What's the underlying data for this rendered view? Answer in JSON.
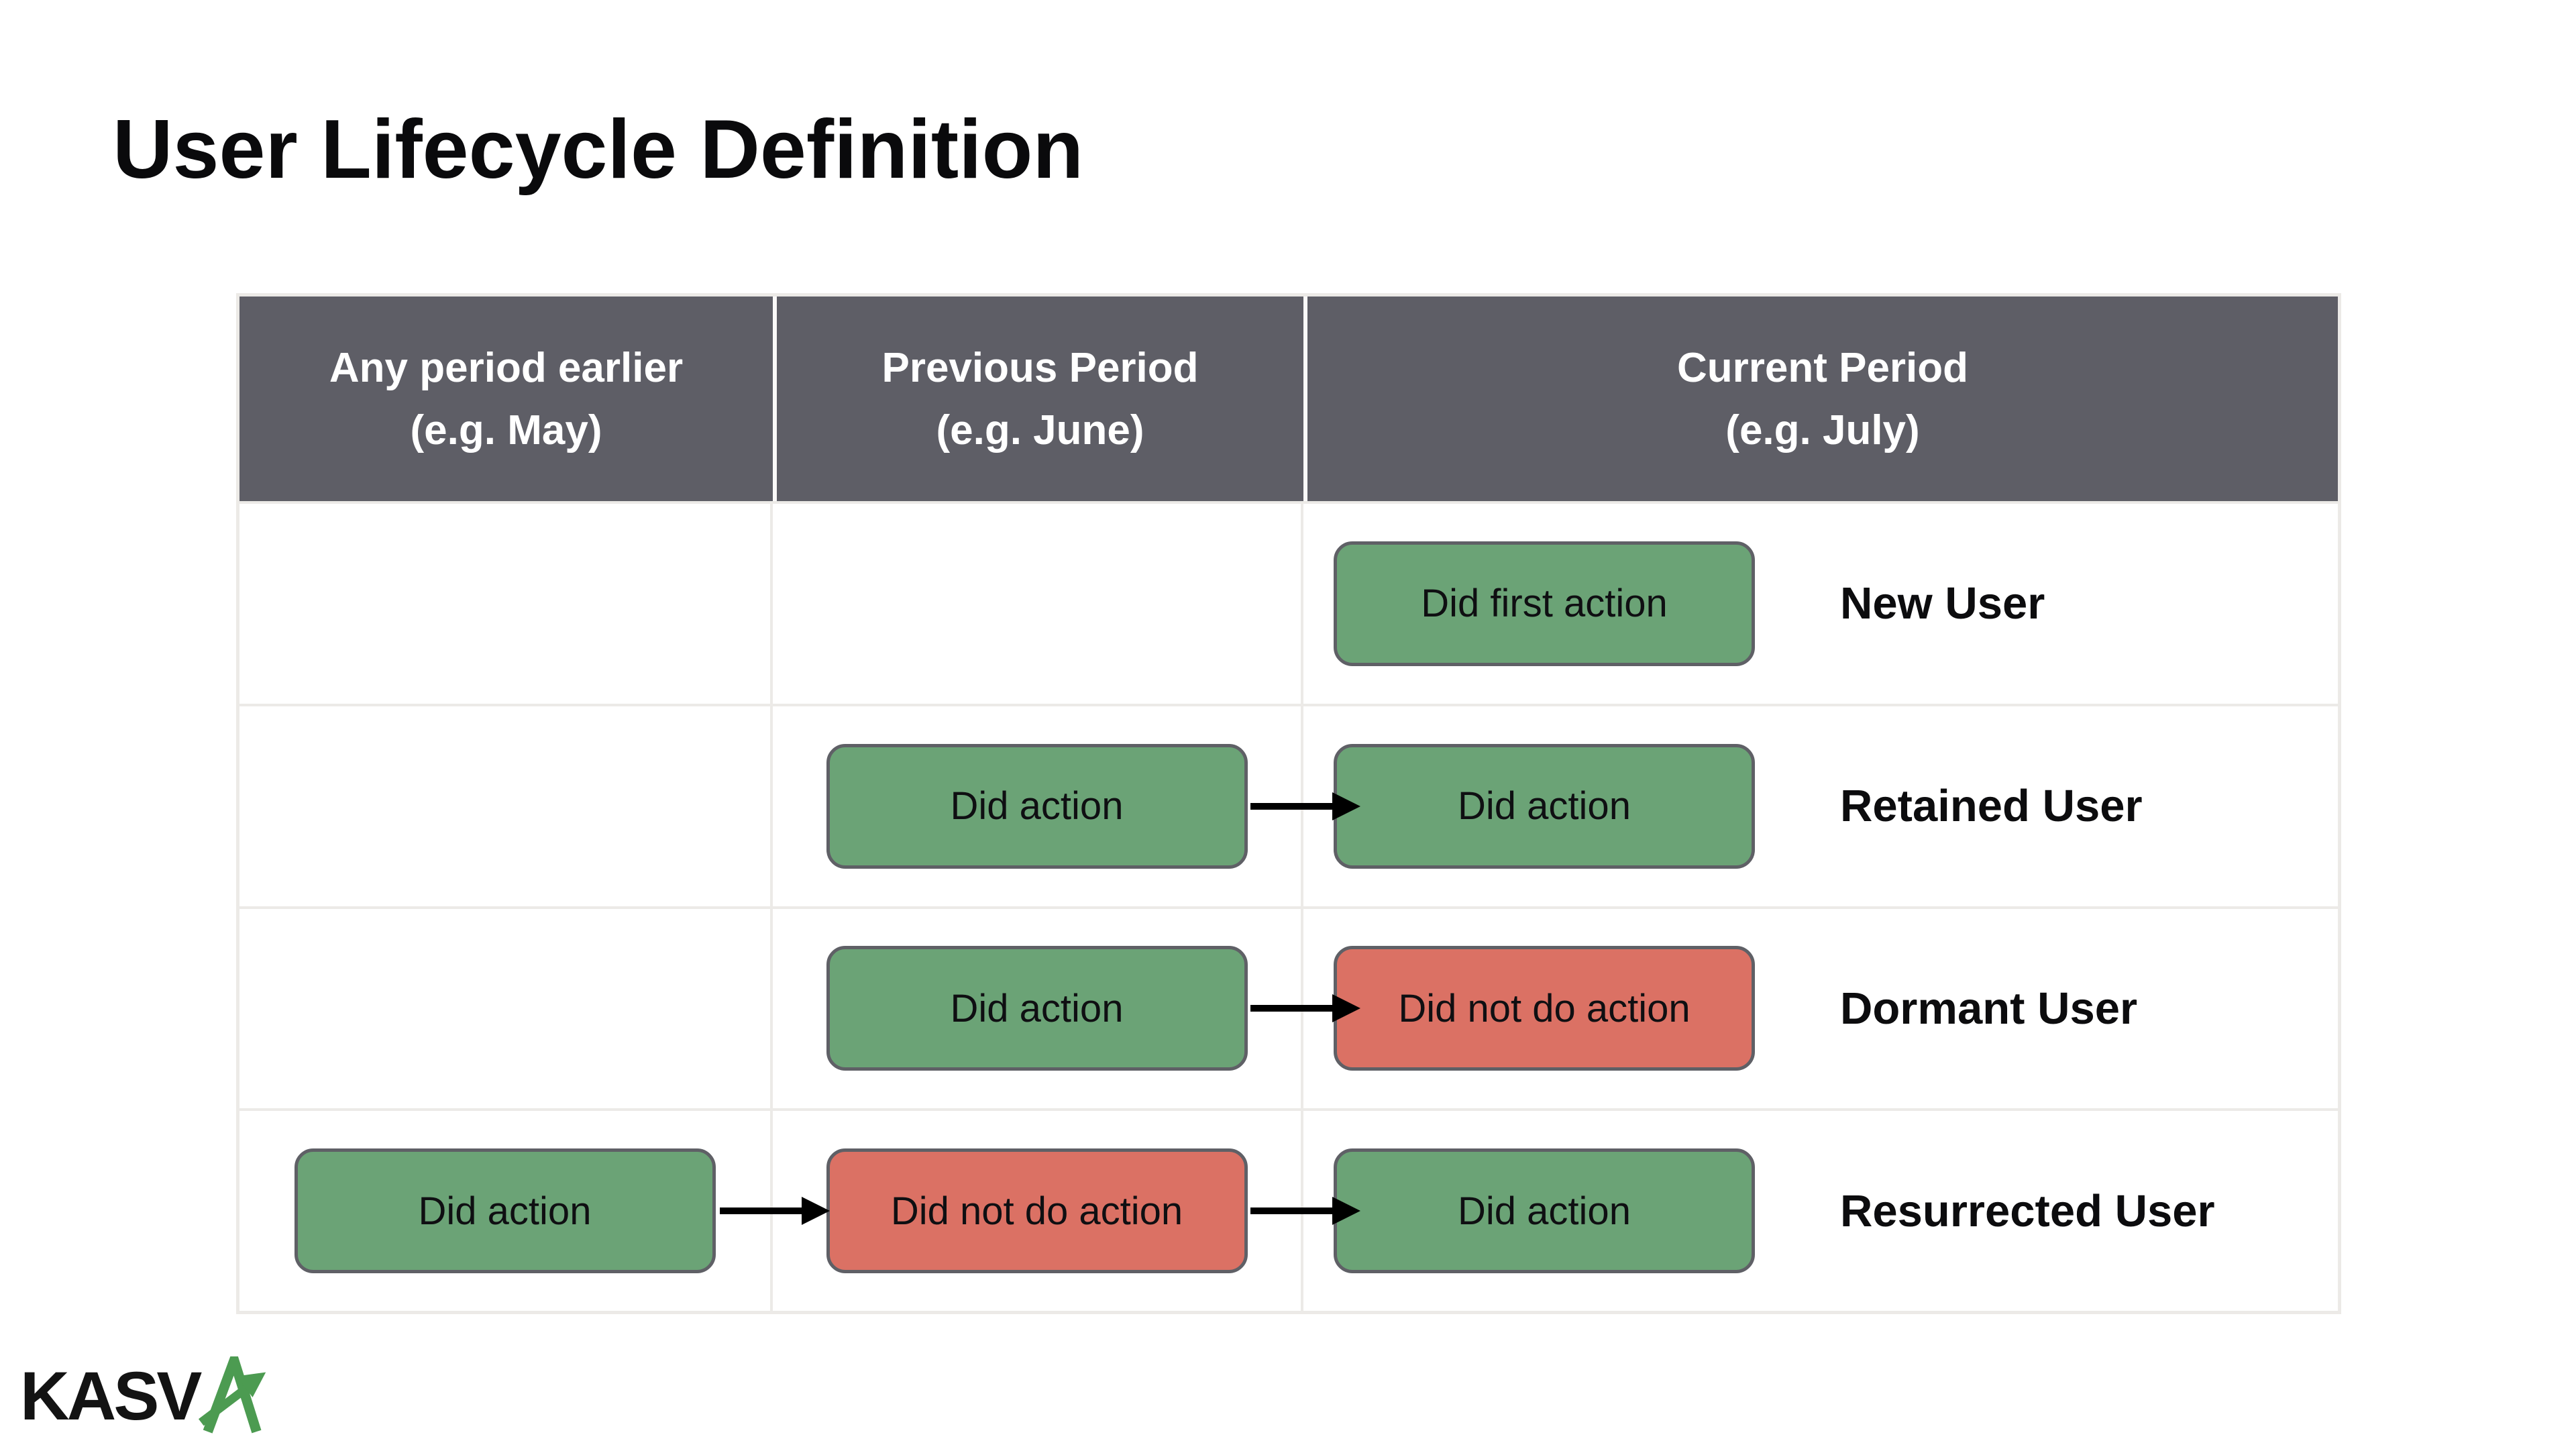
{
  "title": "User Lifecycle Definition",
  "colors": {
    "header_bg": "#5E5E66",
    "green": "#6BA376",
    "red": "#DB7164",
    "box_border": "#5F6066",
    "grid_line": "#ECEAE7",
    "logo_green": "#4C9B51"
  },
  "icons": {
    "flow_arrow": "arrow-right-icon",
    "logo_arrow": "growth-arrow-a-icon"
  },
  "table": {
    "headers": [
      {
        "line1": "Any period earlier",
        "line2": "(e.g. May)"
      },
      {
        "line1": "Previous Period",
        "line2": "(e.g. June)"
      },
      {
        "line1": "Current Period",
        "line2": "(e.g. July)"
      }
    ],
    "rows": [
      {
        "label": "New User",
        "earlier": null,
        "previous": null,
        "current": "Did first action",
        "current_type": "green"
      },
      {
        "label": "Retained User",
        "earlier": null,
        "previous": "Did action",
        "previous_type": "green",
        "current": "Did action",
        "current_type": "green"
      },
      {
        "label": "Dormant User",
        "earlier": null,
        "previous": "Did action",
        "previous_type": "green",
        "current": "Did not do action",
        "current_type": "red"
      },
      {
        "label": "Resurrected User",
        "earlier": "Did action",
        "earlier_type": "green",
        "previous": "Did not do action",
        "previous_type": "red",
        "current": "Did action",
        "current_type": "green"
      }
    ]
  },
  "logo": {
    "text": "KASV",
    "styled_letter": "A"
  }
}
